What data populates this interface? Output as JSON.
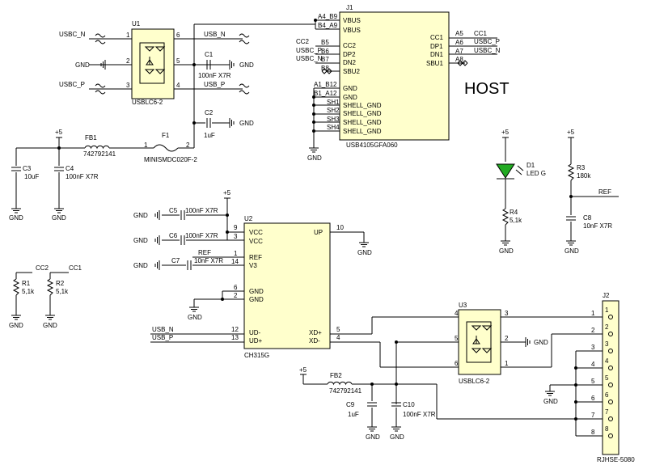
{
  "title": "HOST",
  "colors": {
    "ic_fill": "#ffffcc",
    "led_fill": "#22aa22",
    "wire": "#000000"
  },
  "labels": {
    "usbc_n": "USBC_N",
    "usbc_p": "USBC_P",
    "usb_n": "USB_N",
    "usb_p": "USB_P",
    "gnd": "GND",
    "plus5": "+5",
    "cc1": "CC1",
    "cc2": "CC2",
    "ref": "REF"
  },
  "u1": {
    "ref": "U1",
    "part": "USBLC6-2",
    "pins": [
      "1",
      "2",
      "3",
      "4",
      "5",
      "6"
    ]
  },
  "u3": {
    "ref": "U3",
    "part": "USBLC6-2",
    "pins": [
      "1",
      "2",
      "3",
      "4",
      "5",
      "6"
    ]
  },
  "j1": {
    "ref": "J1",
    "part": "USB4105GFA060",
    "left_pins": [
      "VBUS",
      "VBUS",
      "CC2",
      "DP2",
      "DN2",
      "SBU2",
      "GND",
      "GND",
      "SH1",
      "SH2",
      "SH3",
      "SH4"
    ],
    "right_pins": [
      "SHELL_GND",
      "SHELL_GND",
      "SHELL_GND",
      "SHELL_GND",
      "CC1",
      "DP1",
      "DN1",
      "SBU1"
    ],
    "pin_nums": [
      "A4_B9",
      "B4_A9",
      "B5",
      "B6",
      "B7",
      "B8",
      "A1_B12",
      "B1_A12",
      "A5",
      "A6",
      "A7",
      "A8"
    ]
  },
  "u2": {
    "ref": "U2",
    "part": "CH315G",
    "left_pins": [
      "VCC",
      "VCC",
      "REF",
      "V3",
      "GND",
      "GND",
      "UD-",
      "UD+"
    ],
    "right_pins": [
      "UP",
      "XD+",
      "XD-"
    ],
    "nums": [
      "9",
      "3",
      "1",
      "14",
      "6",
      "2",
      "12",
      "13",
      "10",
      "5",
      "4"
    ]
  },
  "j2": {
    "ref": "J2",
    "part": "RJHSE-5080",
    "pins": [
      "1",
      "2",
      "3",
      "4",
      "5",
      "6",
      "7",
      "8"
    ]
  },
  "components": {
    "c1": {
      "ref": "C1",
      "val": "100nF X7R"
    },
    "c2": {
      "ref": "C2",
      "val": "1uF"
    },
    "c3": {
      "ref": "C3",
      "val": "10uF"
    },
    "c4": {
      "ref": "C4",
      "val": "100nF X7R"
    },
    "c5": {
      "ref": "C5",
      "val": "100nF X7R"
    },
    "c6": {
      "ref": "C6",
      "val": "100nF X7R"
    },
    "c7": {
      "ref": "C7",
      "val": "10nF X7R"
    },
    "c8": {
      "ref": "C8",
      "val": "10nF X7R"
    },
    "c9": {
      "ref": "C9",
      "val": "1uF"
    },
    "c10": {
      "ref": "C10",
      "val": "100nF X7R"
    },
    "fb1": {
      "ref": "FB1",
      "val": "742792141"
    },
    "fb2": {
      "ref": "FB2",
      "val": "742792141"
    },
    "f1": {
      "ref": "F1",
      "val": "MINISMDC020F-2"
    },
    "d1": {
      "ref": "D1",
      "val": "LED G"
    },
    "r1": {
      "ref": "R1",
      "val": "5,1k"
    },
    "r2": {
      "ref": "R2",
      "val": "5,1k"
    },
    "r3": {
      "ref": "R3",
      "val": "180k"
    },
    "r4": {
      "ref": "R4",
      "val": "5,1k"
    }
  }
}
